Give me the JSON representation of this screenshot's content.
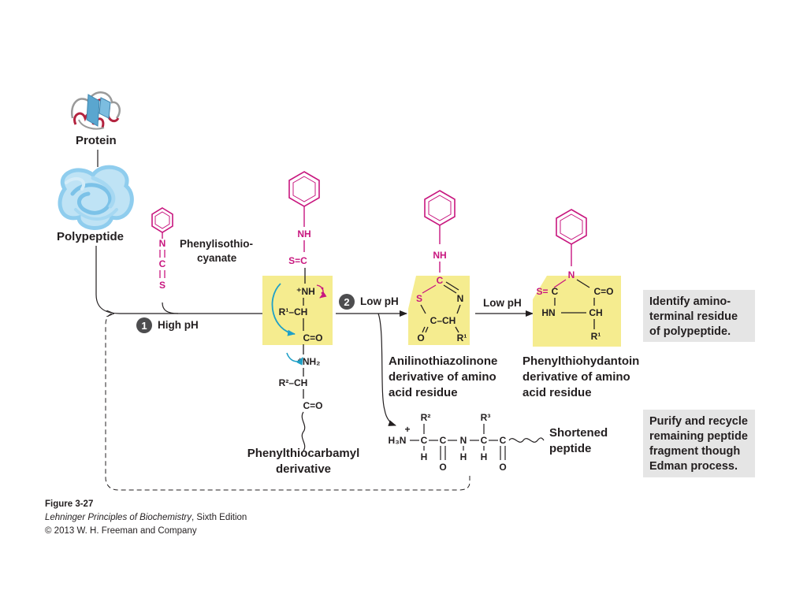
{
  "labels": {
    "protein": "Protein",
    "polypeptide": "Polypeptide",
    "reagent_line1": "Phenylisothio-",
    "reagent_line2": "cyanate",
    "step1_number": "1",
    "step1_label": "High pH",
    "step2_number": "2",
    "step2_label": "Low pH",
    "step3_label": "Low pH",
    "ptc_line1": "Phenylthiocarbamyl",
    "ptc_line2": "derivative",
    "atz_line1": "Anilinothiazolinone",
    "atz_line2": "derivative of amino",
    "atz_line3": "acid residue",
    "pth_line1": "Phenylthiohydantoin",
    "pth_line2": "derivative of amino",
    "pth_line3": "acid residue",
    "shortened_line1": "Shortened",
    "shortened_line2": "peptide"
  },
  "boxes": {
    "identify": [
      "Identify amino-",
      "terminal residue",
      "of polypeptide."
    ],
    "recycle": [
      "Purify and recycle",
      "remaining peptide",
      "fragment though",
      "Edman process."
    ]
  },
  "chem": {
    "NH": "NH",
    "N": "N",
    "C": "C",
    "S": "S",
    "S_eq_C": "S=C",
    "S_eq": "S=",
    "NH_plus": "⁺NH",
    "R1_CH": "R¹–CH",
    "C_eq_O": "C=O",
    "NH2_plus": "⁺NH₂",
    "R2_CH": "R²–CH",
    "CH": "CH",
    "C_CH": "C–CH",
    "O": "O",
    "R1": "R¹",
    "R2": "R²",
    "R3": "R³",
    "HN": "HN",
    "H3N": "H₃N",
    "H": "H",
    "plus": "+"
  },
  "caption": {
    "figure": "Figure 3-27",
    "book": "Lehninger Principles of Biochemistry",
    "edition": ", Sixth Edition",
    "copyright": "© 2013 W. H. Freeman and Company"
  },
  "colors": {
    "magenta": "#c8177f",
    "highlight": "#f5ec8f",
    "cyan_arrow": "#1fa0c7",
    "box_gray": "#e5e5e5",
    "dark": "#231f20"
  }
}
